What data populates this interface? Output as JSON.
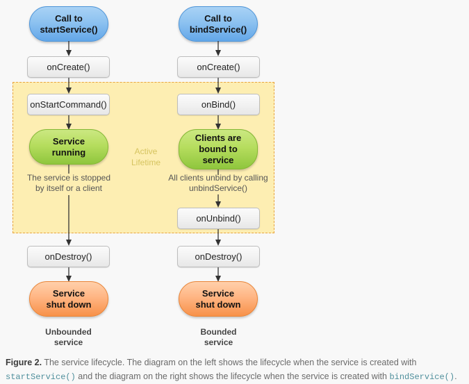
{
  "diagram": {
    "active_region_label": "Active\nLifetime",
    "active_region_label_line1": "Active",
    "active_region_label_line2": "Lifetime",
    "colors": {
      "background": "#f8f8f8",
      "active_region_fill": "#fdeeb2",
      "active_region_border": "#e8a33d",
      "blue_node": "#8dc2f0",
      "green_node": "#b6dd5e",
      "orange_node": "#ffb583",
      "gray_node": "#f2f2f2",
      "arrow": "#333333",
      "code_text": "#4f8f9c"
    },
    "left_column": {
      "caption_line1": "Unbounded",
      "caption_line2": "service",
      "nodes": [
        {
          "id": "start-call",
          "label": "Call to\nstartService()",
          "line1": "Call to",
          "line2": "startService()",
          "type": "blue"
        },
        {
          "id": "on-create",
          "label": "onCreate()",
          "type": "gray"
        },
        {
          "id": "on-start-command",
          "label": "onStartCommand()",
          "type": "gray"
        },
        {
          "id": "service-running",
          "label": "Service\nrunning",
          "line1": "Service",
          "line2": "running",
          "type": "green"
        },
        {
          "id": "on-destroy",
          "label": "onDestroy()",
          "type": "gray"
        },
        {
          "id": "service-shut-down",
          "label": "Service\nshut down",
          "line1": "Service",
          "line2": "shut down",
          "type": "orange"
        }
      ],
      "annotation": {
        "line1": "The service is stopped",
        "line2": "by itself or a client"
      }
    },
    "right_column": {
      "caption_line1": "Bounded",
      "caption_line2": "service",
      "nodes": [
        {
          "id": "bind-call",
          "label": "Call to\nbindService()",
          "line1": "Call to",
          "line2": "bindService()",
          "type": "blue"
        },
        {
          "id": "on-create",
          "label": "onCreate()",
          "type": "gray"
        },
        {
          "id": "on-bind",
          "label": "onBind()",
          "type": "gray"
        },
        {
          "id": "clients-bound",
          "label": "Clients are\nbound to\nservice",
          "line1": "Clients are",
          "line2": "bound to",
          "line3": "service",
          "type": "green"
        },
        {
          "id": "on-unbind",
          "label": "onUnbind()",
          "type": "gray"
        },
        {
          "id": "on-destroy",
          "label": "onDestroy()",
          "type": "gray"
        },
        {
          "id": "service-shut-down",
          "label": "Service\nshut down",
          "line1": "Service",
          "line2": "shut down",
          "type": "orange"
        }
      ],
      "annotation": {
        "line1": "All clients unbind by calling",
        "line2": "unbindService()"
      }
    }
  },
  "caption": {
    "figure_number": "Figure 2.",
    "text_part1": " The service lifecycle. The diagram on the left shows the lifecycle when the service is created with ",
    "code1": "startService()",
    "text_part2": " and the diagram on the right shows the lifecycle when the service is created with ",
    "code2": "bindService()",
    "text_part3": "."
  }
}
